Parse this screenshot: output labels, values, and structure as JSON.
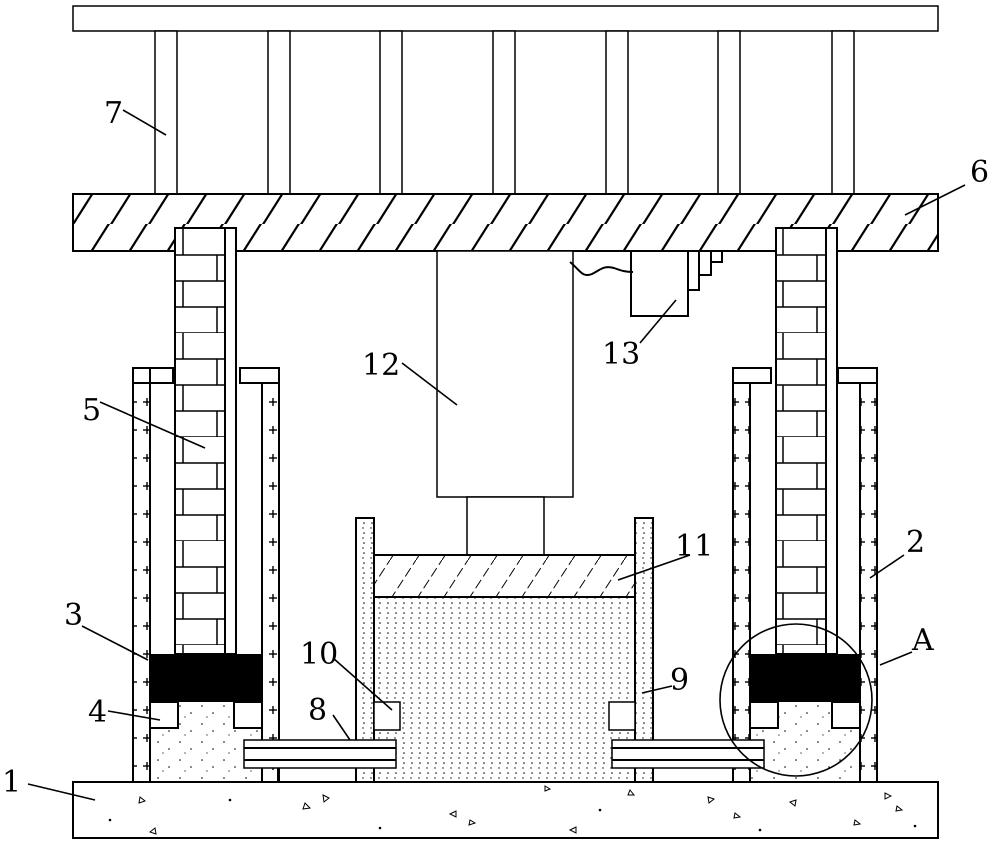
{
  "figure": {
    "labels": [
      {
        "id": "1",
        "text": "1"
      },
      {
        "id": "2",
        "text": "2"
      },
      {
        "id": "3",
        "text": "3"
      },
      {
        "id": "4",
        "text": "4"
      },
      {
        "id": "5",
        "text": "5"
      },
      {
        "id": "6",
        "text": "6"
      },
      {
        "id": "7",
        "text": "7"
      },
      {
        "id": "8",
        "text": "8"
      },
      {
        "id": "9",
        "text": "9"
      },
      {
        "id": "10",
        "text": "10"
      },
      {
        "id": "11",
        "text": "11"
      },
      {
        "id": "12",
        "text": "12"
      },
      {
        "id": "13",
        "text": "13"
      },
      {
        "id": "A",
        "text": "A"
      }
    ]
  }
}
